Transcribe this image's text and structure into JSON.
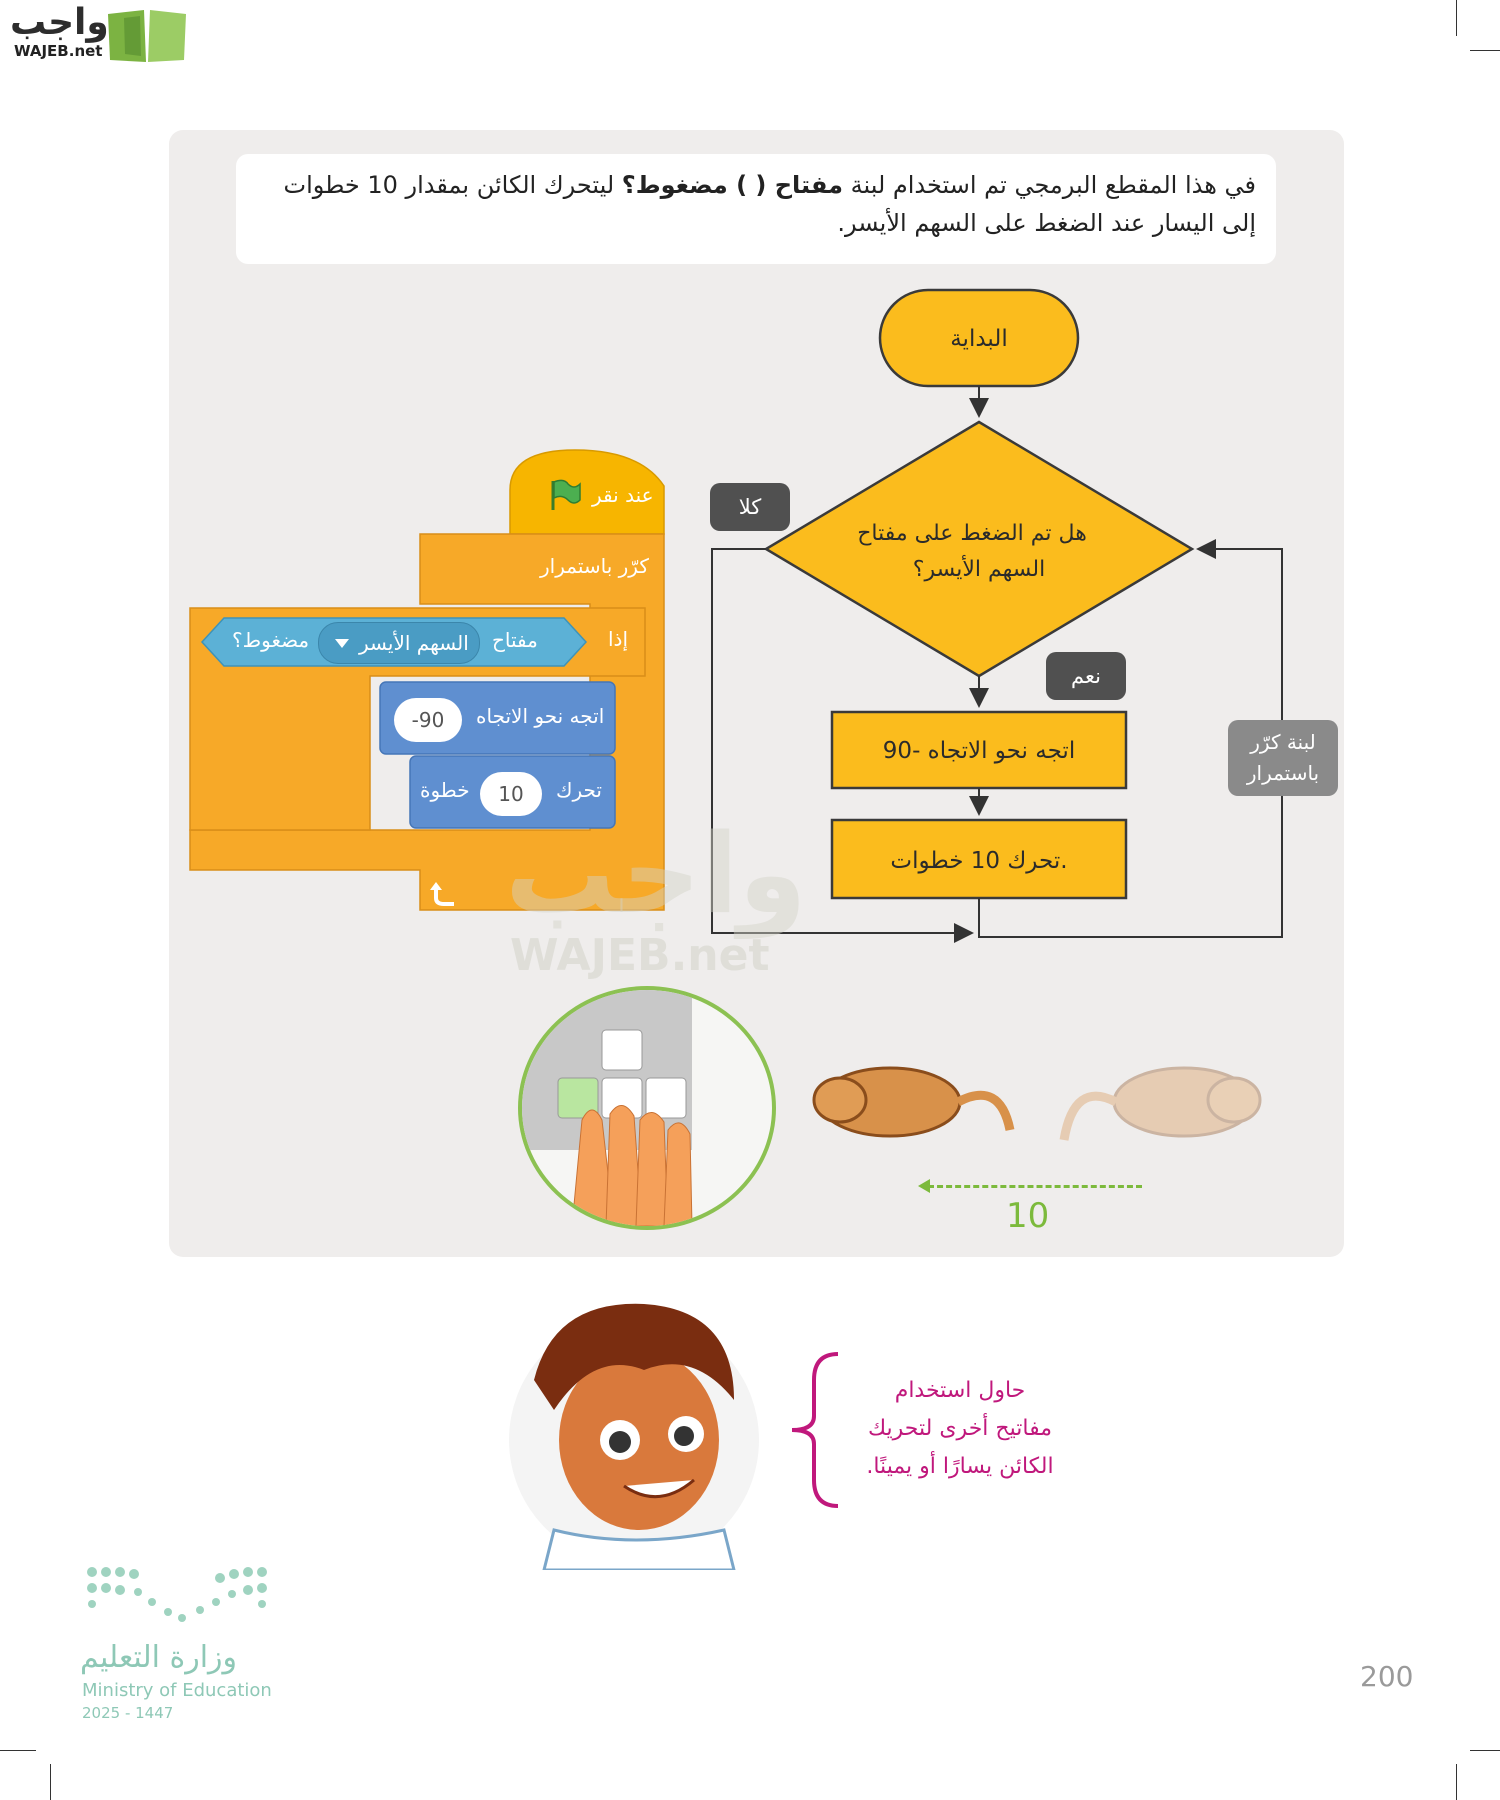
{
  "header": {
    "logo_ar": "واجب",
    "logo_en": "WAJEB.net"
  },
  "intro": {
    "text_before": "في هذا المقطع البرمجي تم استخدام لبنة ",
    "text_bold": "مفتاح ( ) مضغوط؟",
    "text_after": " ليتحرك الكائن بمقدار 10 خطوات إلى اليسار عند الضغط على السهم الأيسر."
  },
  "flowchart": {
    "start": "البداية",
    "decision_line1": "هل تم الضغط على مفتاح",
    "decision_line2": "السهم الأيسر؟",
    "no_label": "كلا",
    "yes_label": "نعم",
    "step1": "اتجه نحو الاتجاه -90",
    "step2": "تحرك 10 خطوات.",
    "loop_line1": "لبنة كرّر",
    "loop_line2": "باستمرار"
  },
  "scratch": {
    "hat": "عند نقر",
    "forever": "كرّر باستمرار",
    "if": "إذا",
    "key": "مفتاح",
    "key_option": "السهم الأيسر",
    "pressed": "مضغوط؟",
    "turn": "اتجه نحو الاتجاه",
    "turn_value": "-90",
    "move": "تحرك",
    "move_value": "10",
    "steps": "خطوة"
  },
  "illustration": {
    "distance": "10"
  },
  "tip": {
    "line1": "حاول استخدام",
    "line2": "مفاتيح أخرى لتحريك",
    "line3": "الكائن يسارًا أو يمينًا."
  },
  "footer": {
    "ministry_ar": "وزارة التعليم",
    "ministry_en": "Ministry of Education",
    "year": "2025 - 1447",
    "page_number": "200"
  },
  "colors": {
    "panel": "#efedec",
    "flow_fill": "#fbbc1d",
    "scratch_orange": "#f7a928",
    "scratch_blue": "#5f8fd0",
    "sensing_blue": "#5cb1d6",
    "tip_magenta": "#c0187c",
    "green": "#7cba3c"
  },
  "icons": [
    "green-flag-icon",
    "loop-arrow-icon",
    "dropdown-arrow-icon",
    "book-logo-icon",
    "keyboard-icon",
    "mouse-icon"
  ]
}
